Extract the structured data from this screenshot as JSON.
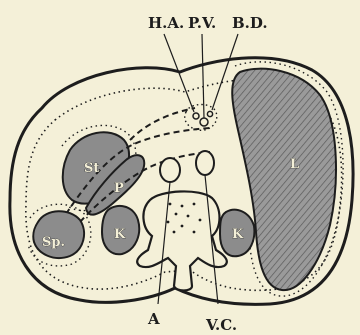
{
  "labels": {
    "hepatic_artery": "H.A.",
    "portal_vein": "P.V.",
    "bile_duct": "B.D.",
    "stomach": "St",
    "pancreas": "P",
    "spleen": "Sp.",
    "kidney_left": "K",
    "kidney_right": "K",
    "liver": "L",
    "aorta": "A",
    "vena_cava": "V.C."
  },
  "colors": {
    "background": "#f4f0d8",
    "ink": "#1d1d1d",
    "organ_fill": "#8c8c8c"
  }
}
